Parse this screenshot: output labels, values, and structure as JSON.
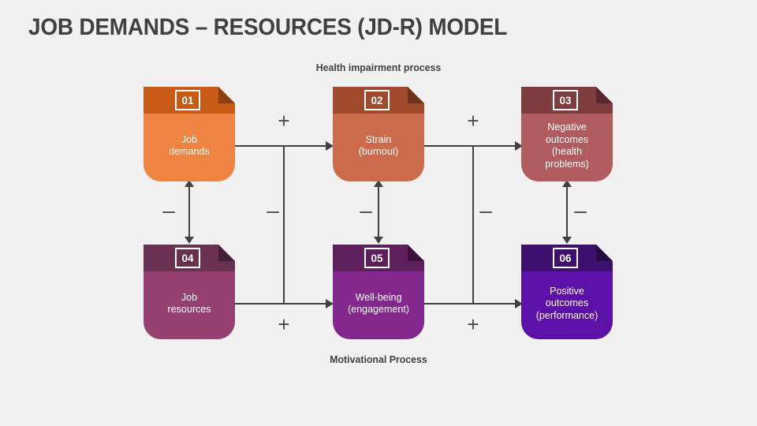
{
  "slide": {
    "title": "JOB DEMANDS – RESOURCES (JD-R) MODEL",
    "background_color": "#f1f1f1",
    "title_color": "#404040",
    "line_color": "#404040"
  },
  "captions": {
    "top": "Health impairment process",
    "bottom": "Motivational Process"
  },
  "cards": [
    {
      "number": "01",
      "label": "Job\ndemands",
      "head_color": "#c75b16",
      "body_color": "#ef8341",
      "fold_color": "#8e3f10"
    },
    {
      "number": "02",
      "label": "Strain\n(burnout)",
      "head_color": "#9e4a2b",
      "body_color": "#cc6a4c",
      "fold_color": "#6d311c"
    },
    {
      "number": "03",
      "label": "Negative\noutcomes\n(health\nproblems)",
      "head_color": "#7e3c3f",
      "body_color": "#b05c5e",
      "fold_color": "#57272a"
    },
    {
      "number": "04",
      "label": "Job\nresources",
      "head_color": "#68314f",
      "body_color": "#96406f",
      "fold_color": "#46203a"
    },
    {
      "number": "05",
      "label": "Well-being\n(engagement)",
      "head_color": "#5c1f5c",
      "body_color": "#82278c",
      "fold_color": "#3c0f3f"
    },
    {
      "number": "06",
      "label": "Positive\noutcomes\n(performance)",
      "head_color": "#3d1070",
      "body_color": "#5b10a8",
      "fold_color": "#240a47"
    }
  ],
  "signs": {
    "top_plus_1": "+",
    "top_plus_2": "+",
    "bottom_plus_1": "+",
    "bottom_plus_2": "+",
    "minus_left": "–",
    "minus_mid": "–",
    "minus_conn_1": "–",
    "minus_conn_2": "–",
    "minus_right": "–"
  }
}
